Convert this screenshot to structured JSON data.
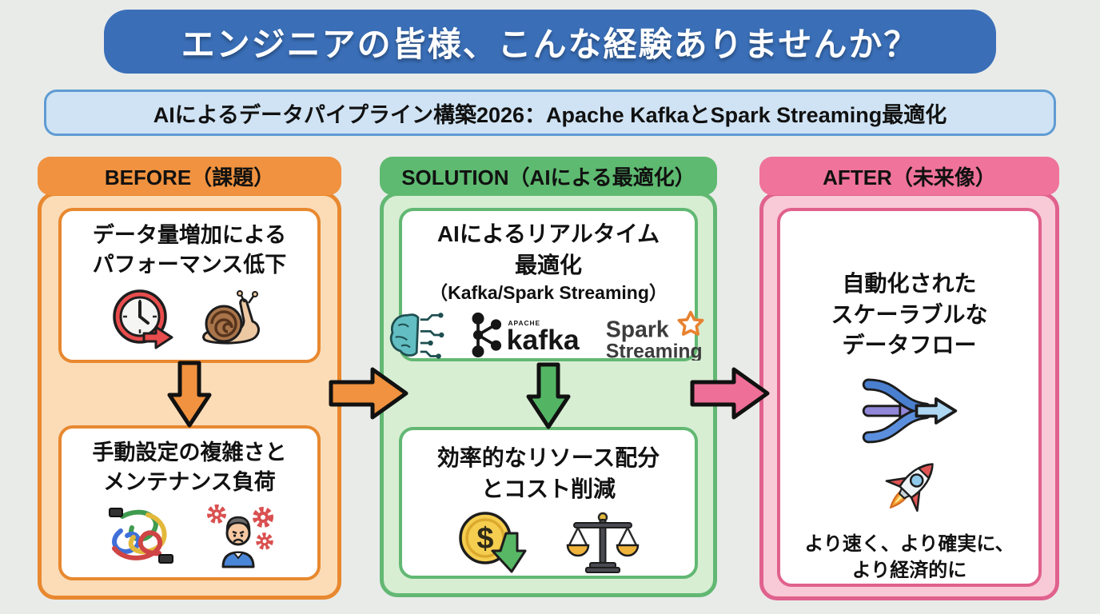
{
  "page": {
    "background": "#e9ebe9"
  },
  "title_banner": {
    "text": "エンジニアの皆様、こんな経験ありませんか？",
    "bg": "#3a6fb8",
    "text_color": "#ffffff"
  },
  "subtitle_banner": {
    "text": "AIによるデータパイプライン構築2026：Apache KafkaとSpark Streaming最適化",
    "bg": "#cfe3f4",
    "border": "#5f9bd3"
  },
  "columns": {
    "before": {
      "header": "BEFORE（課題）",
      "theme": "#f0923f",
      "body_bg": "#fbdcb7",
      "border": "#e8882f",
      "box1": {
        "line1": "データ量増加による",
        "line2": "パフォーマンス低下",
        "icons": [
          "clock-deadline-icon",
          "snail-icon"
        ]
      },
      "down_arrow_color": "#f0923f",
      "box2": {
        "line1": "手動設定の複雑さと",
        "line2": "メンテナンス負荷",
        "icons": [
          "tangled-cables-icon",
          "frustrated-engineer-icon"
        ]
      }
    },
    "solution": {
      "header": "SOLUTION（AIによる最適化）",
      "theme": "#5eba70",
      "body_bg": "#d7eed3",
      "border": "#62b873",
      "box1": {
        "line1": "AIによるリアルタイム",
        "line2": "最適化",
        "line3": "（Kafka/Spark Streaming）",
        "icons": [
          "ai-brain-circuit-icon",
          "kafka-logo",
          "spark-streaming-logo"
        ],
        "kafka": {
          "super": "APACHE",
          "label": "kafka"
        },
        "spark": {
          "line1": "Spark",
          "line2": "Streaming"
        }
      },
      "down_arrow_color": "#53b564",
      "box2": {
        "line1": "効率的なリソース配分",
        "line2": "とコスト削減",
        "icons": [
          "cost-down-coin-icon",
          "balance-scale-icon"
        ],
        "dollar_glyph": "$"
      }
    },
    "after": {
      "header": "AFTER（未来像）",
      "theme": "#f0739b",
      "body_bg": "#f8c9d6",
      "border": "#e0618d",
      "box": {
        "line1": "自動化された",
        "line2": "スケーラブルな",
        "line3": "データフロー",
        "icons": [
          "merging-dataflow-icon",
          "rocket-icon"
        ],
        "caption_line1": "より速く、より確実に、",
        "caption_line2": "より経済的に"
      }
    }
  },
  "flow_arrows": {
    "before_to_solution_color": "#f0923f",
    "solution_to_after_color": "#ee6f97",
    "outline": "#111111"
  }
}
